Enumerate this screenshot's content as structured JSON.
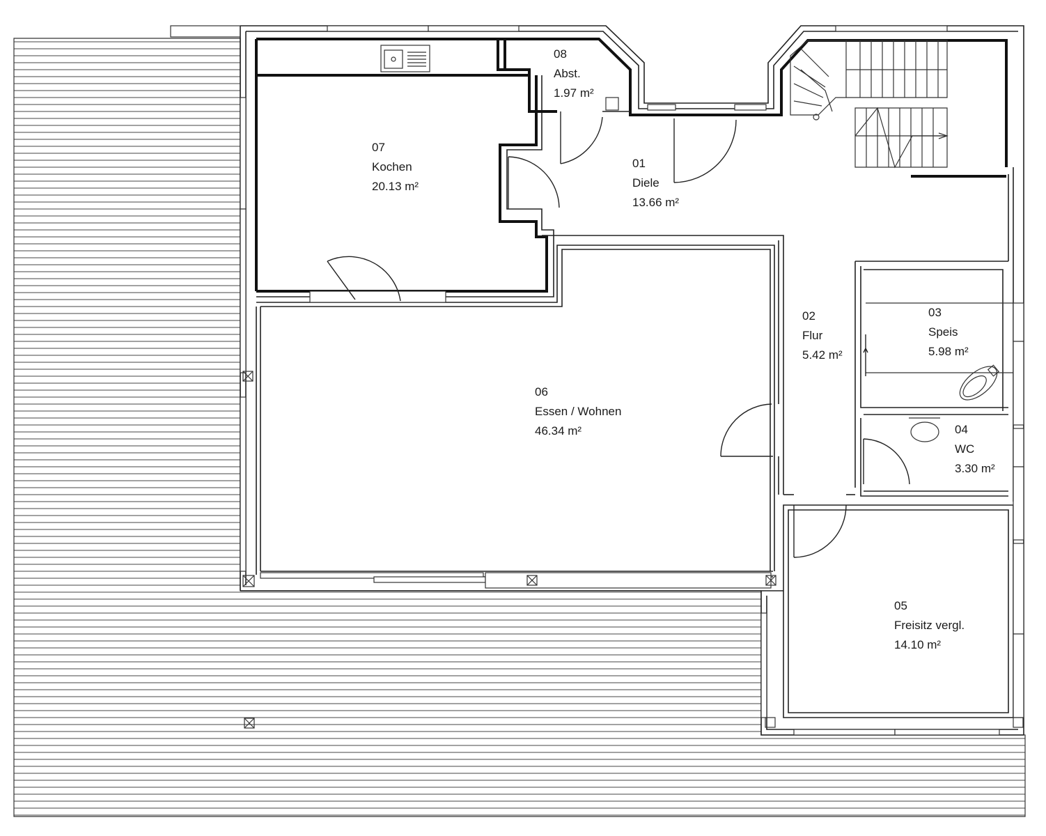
{
  "rooms": [
    {
      "id": "r01",
      "number": "01",
      "name": "Diele",
      "area": "13.66",
      "unit": "m²"
    },
    {
      "id": "r02",
      "number": "02",
      "name": "Flur",
      "area": "5.42",
      "unit": "m²"
    },
    {
      "id": "r03",
      "number": "03",
      "name": "Speis",
      "area": "5.98",
      "unit": "m²"
    },
    {
      "id": "r04",
      "number": "04",
      "name": "WC",
      "area": "3.30",
      "unit": "m²"
    },
    {
      "id": "r05",
      "number": "05",
      "name": "Freisitz vergl.",
      "area": "14.10",
      "unit": "m²"
    },
    {
      "id": "r06",
      "number": "06",
      "name": "Essen / Wohnen",
      "area": "46.34",
      "unit": "m²"
    },
    {
      "id": "r07",
      "number": "07",
      "name": "Kochen",
      "area": "20.13",
      "unit": "m²"
    },
    {
      "id": "r08",
      "number": "08",
      "name": "Abst.",
      "area": "1.97",
      "unit": "m²"
    }
  ],
  "colors": {
    "line": "#111111",
    "background": "#ffffff"
  },
  "icons": [
    "sink-icon",
    "stair-icon",
    "toilet-icon",
    "column-icon"
  ]
}
